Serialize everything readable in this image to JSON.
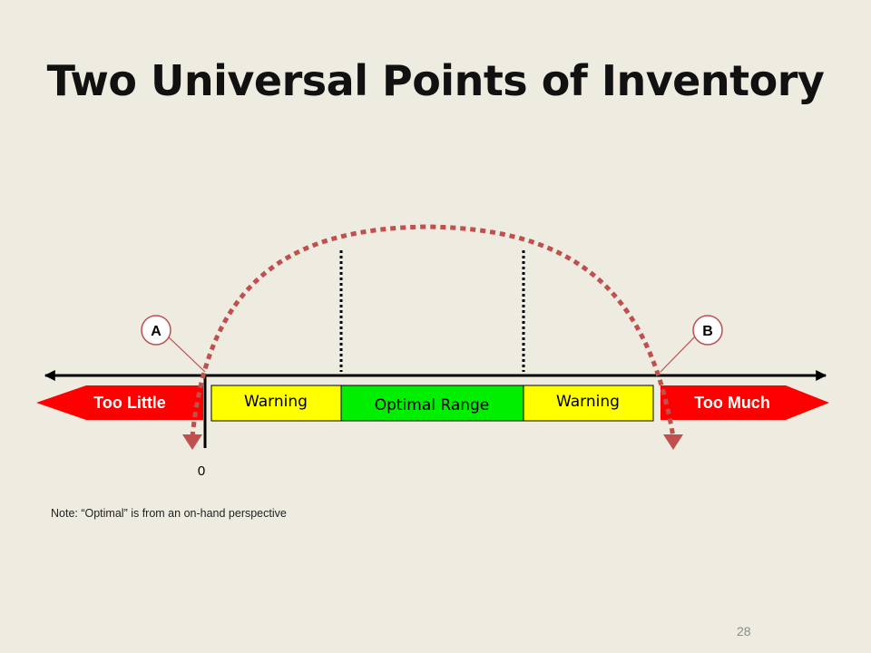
{
  "slide": {
    "title": "Two Universal Points of Inventory",
    "note": "Note: “Optimal” is from an on-hand perspective",
    "page_number": "28"
  },
  "diagram": {
    "zones": {
      "too_little": "Too Little",
      "warning_left": "Warning",
      "optimal": "Optimal Range",
      "warning_right": "Warning",
      "too_much": "Too Much"
    },
    "points": {
      "a": "A",
      "b": "B"
    },
    "zero_label": "0",
    "colors": {
      "red_zone": "#ff0000",
      "warning": "#ffff00",
      "optimal": "#00ee00",
      "curve": "#c0504d",
      "background": "#eeebe1"
    }
  }
}
